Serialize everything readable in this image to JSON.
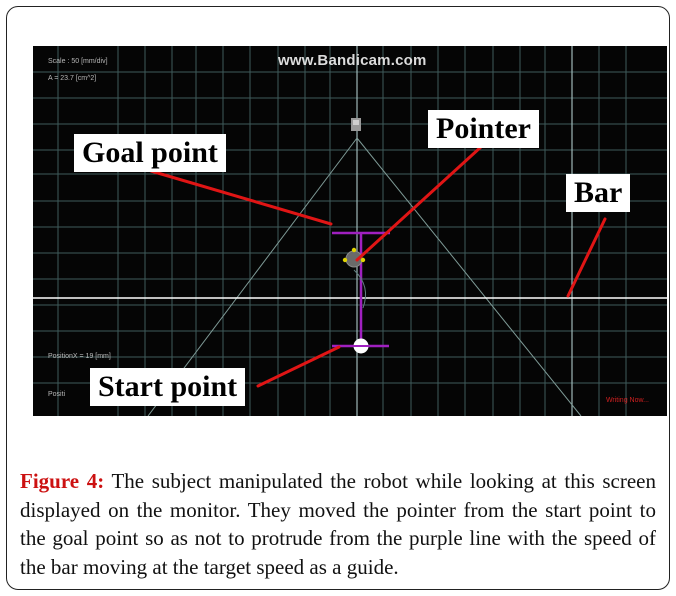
{
  "screen": {
    "watermark": "www.Bandicam.com",
    "scale_text": "Scale : 50 [mm/div]",
    "area_text": "A =    23.7 [cm^2]",
    "position_text": "PositionX =      19 [mm]",
    "position2_text": "Positi",
    "status_text": "Writing Now..."
  },
  "labels": {
    "pointer": "Pointer",
    "goal_point": "Goal point",
    "bar": "Bar",
    "start_point": "Start point"
  },
  "colors": {
    "annotation_line": "#e01515",
    "path": "#a020c0",
    "grid": "#3f5a5a",
    "bar_line": "#ffffff",
    "figure_label": "#cc1111"
  },
  "caption": {
    "label": "Figure 4:",
    "text": " The subject manipulated the robot while looking at this screen displayed on the monitor. They moved the pointer from the start point to the goal point so as not to protrude from the purple line with the speed of the bar moving at the target speed as a guide."
  }
}
